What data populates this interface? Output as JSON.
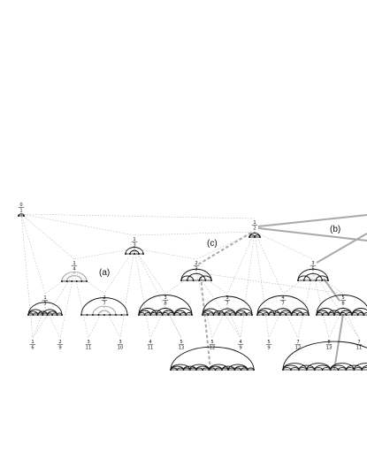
{
  "figure": {
    "colors": {
      "dashed": "#b5b5b5",
      "highlight": "#a9a9a9",
      "ink": "#111111"
    },
    "annotations": [
      "(a)",
      "(b)",
      "(c)"
    ],
    "root_fraction": {
      "num": "0",
      "den": "1"
    },
    "fractions": [
      {
        "id": "f12",
        "num": "1",
        "den": "2"
      },
      {
        "id": "f13",
        "num": "1",
        "den": "3"
      },
      {
        "id": "f14",
        "num": "1",
        "den": "4"
      },
      {
        "id": "f23",
        "num": "2",
        "den": "3"
      },
      {
        "id": "f35",
        "num": "3",
        "den": "5"
      },
      {
        "id": "f15",
        "num": "1",
        "den": "5"
      },
      {
        "id": "f27",
        "num": "2",
        "den": "7"
      },
      {
        "id": "f38",
        "num": "3",
        "den": "8"
      },
      {
        "id": "f37",
        "num": "3",
        "den": "7"
      },
      {
        "id": "f47",
        "num": "4",
        "den": "7"
      },
      {
        "id": "f58",
        "num": "5",
        "den": "8"
      },
      {
        "id": "f16",
        "num": "1",
        "den": "6"
      },
      {
        "id": "f29",
        "num": "2",
        "den": "9"
      },
      {
        "id": "f311",
        "num": "3",
        "den": "11"
      },
      {
        "id": "f310",
        "num": "3",
        "den": "10"
      },
      {
        "id": "f411",
        "num": "4",
        "den": "11"
      },
      {
        "id": "f513",
        "num": "5",
        "den": "13"
      },
      {
        "id": "f512",
        "num": "5",
        "den": "12"
      },
      {
        "id": "f49",
        "num": "4",
        "den": "9"
      },
      {
        "id": "f59",
        "num": "5",
        "den": "9"
      },
      {
        "id": "f712",
        "num": "7",
        "den": "12"
      },
      {
        "id": "f813",
        "num": "8",
        "den": "13"
      },
      {
        "id": "f711",
        "num": "7",
        "den": "11"
      }
    ]
  }
}
